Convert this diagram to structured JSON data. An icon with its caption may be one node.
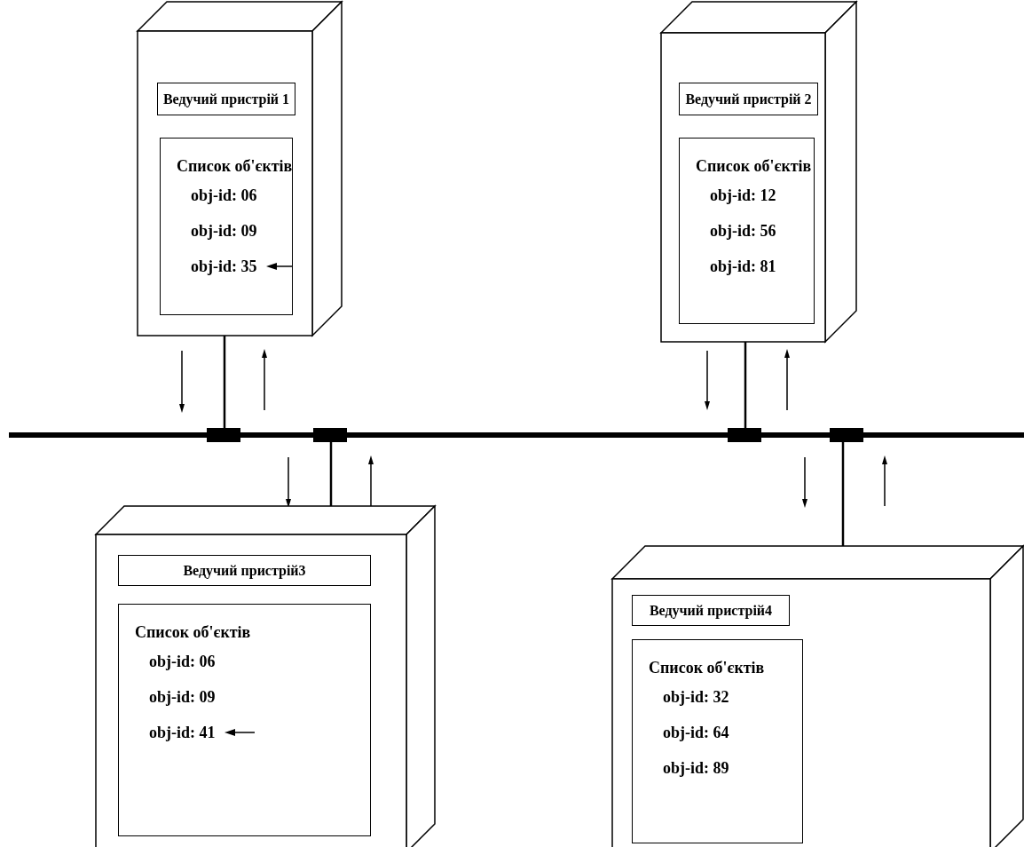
{
  "diagram": {
    "nodes": [
      {
        "text": [],
        "shape": "box"
      },
      {
        "text": [
          "Ведучий пристрій 1"
        ],
        "in": 0
      },
      {
        "text": [
          "Список об'єктів",
          "obj-id: 06",
          "obj-id: 09",
          "obj-id: 35"
        ],
        "in": 0
      },
      {
        "text": [],
        "shape": "box"
      },
      {
        "text": [
          "Ведучий пристрій 2"
        ],
        "in": 3
      },
      {
        "text": [
          "Список об'єктів",
          "obj-id: 12",
          "obj-id: 56",
          "obj-id: 81"
        ],
        "in": 3
      },
      {
        "text": [],
        "shape": "bar"
      },
      {
        "text": [],
        "shape": "box"
      },
      {
        "text": [
          "Ведучий пристрій3"
        ],
        "in": 7
      },
      {
        "text": [
          "Список об'єктів",
          "obj-id: 06",
          "obj-id: 09",
          "obj-id: 41"
        ],
        "in": 7
      },
      {
        "text": [],
        "shape": "box"
      },
      {
        "text": [
          "Ведучий пристрій4"
        ],
        "in": 10
      },
      {
        "text": [
          "Список об'єктів",
          "obj-id: 32",
          "obj-id: 64",
          "obj-id: 89"
        ],
        "in": 10
      }
    ],
    "edges": [
      {
        "from": 0,
        "to": 6,
        "arrow": "none"
      },
      {
        "from": 3,
        "to": 6,
        "arrow": "none"
      },
      {
        "from": 6,
        "to": 7,
        "arrow": "none"
      },
      {
        "from": 6,
        "to": 10,
        "arrow": "none"
      }
    ]
  }
}
